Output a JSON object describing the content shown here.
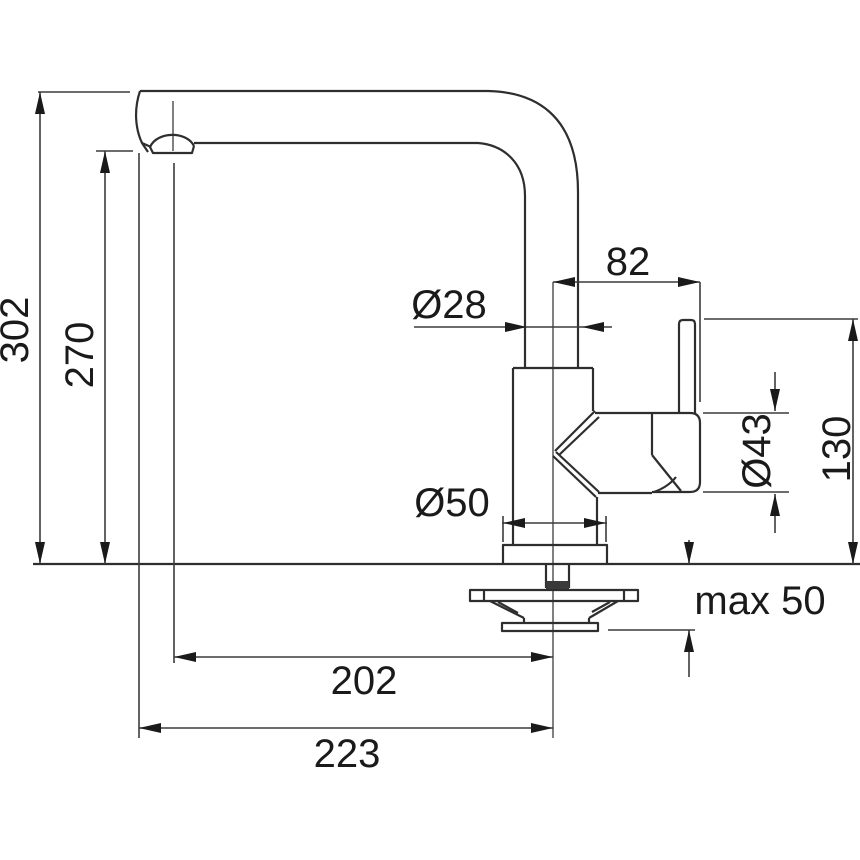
{
  "drawing": {
    "labels": {
      "height_overall": "302",
      "height_to_spout_underside": "270",
      "axis_to_body_edge": "82",
      "spout_tube_diameter": "Ø28",
      "valve_body_diameter": "Ø43",
      "handle_top_height": "130",
      "base_flange_diameter": "Ø50",
      "max_mounting_thickness": "max 50",
      "reach_to_aerator_axis": "202",
      "reach_overall": "223"
    },
    "colors": {
      "background": "#ffffff",
      "object_line": "#2e2e2e",
      "dimension_line": "#3c3c3c",
      "centerline": "#4a4a4a",
      "text": "#1a1a1a"
    }
  }
}
